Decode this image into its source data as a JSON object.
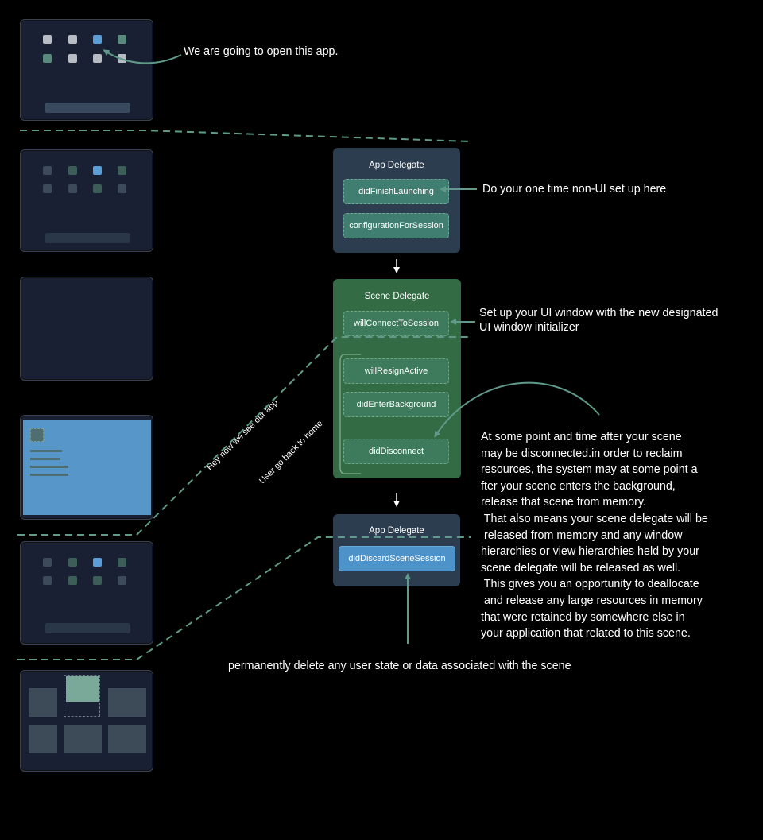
{
  "annotations": {
    "open_app": "We are going to open this app.",
    "one_time_setup": "Do your one time non-UI set up here",
    "ui_window_line1": "Set up your UI window with the new designated",
    "ui_window_line2": "UI window initializer",
    "disconnect_lines": [
      "At some point and time after your scene",
      "may be disconnected.in order to reclaim",
      "resources, the system may at some point a",
      "fter your scene enters the background,",
      "release that scene from memory.",
      " That also means your scene delegate will be",
      " released from memory and any window",
      "hierarchies or view hierarchies held by your",
      "scene delegate will be released as well.",
      " This gives you an opportunity to deallocate",
      " and release any large resources in memory",
      "that were retained by somewhere else in",
      "your application that related to this scene."
    ],
    "permanent_delete": "permanently delete any user state or data associated with the scene",
    "see_app": "Hey now we see our app",
    "back_home": "User go back to home"
  },
  "app_delegate_1": {
    "title": "App Delegate",
    "methods": [
      "didFinishLaunching",
      "configurationForSession"
    ]
  },
  "scene_delegate": {
    "title": "Scene Delegate",
    "connect_method": "willConnectToSession",
    "lifecycle_methods": [
      "willResignActive",
      "didEnterBackground",
      "didDisconnect"
    ]
  },
  "app_delegate_2": {
    "title": "App Delegate",
    "method": "didDiscardSceneSession"
  },
  "colors": {
    "app_delegate_bg": "#2c3d4f",
    "scene_delegate_bg": "#336b45",
    "method_teal": "#3f7e71",
    "method_blue": "#4d92c9",
    "arrow": "#5f9a8a"
  }
}
